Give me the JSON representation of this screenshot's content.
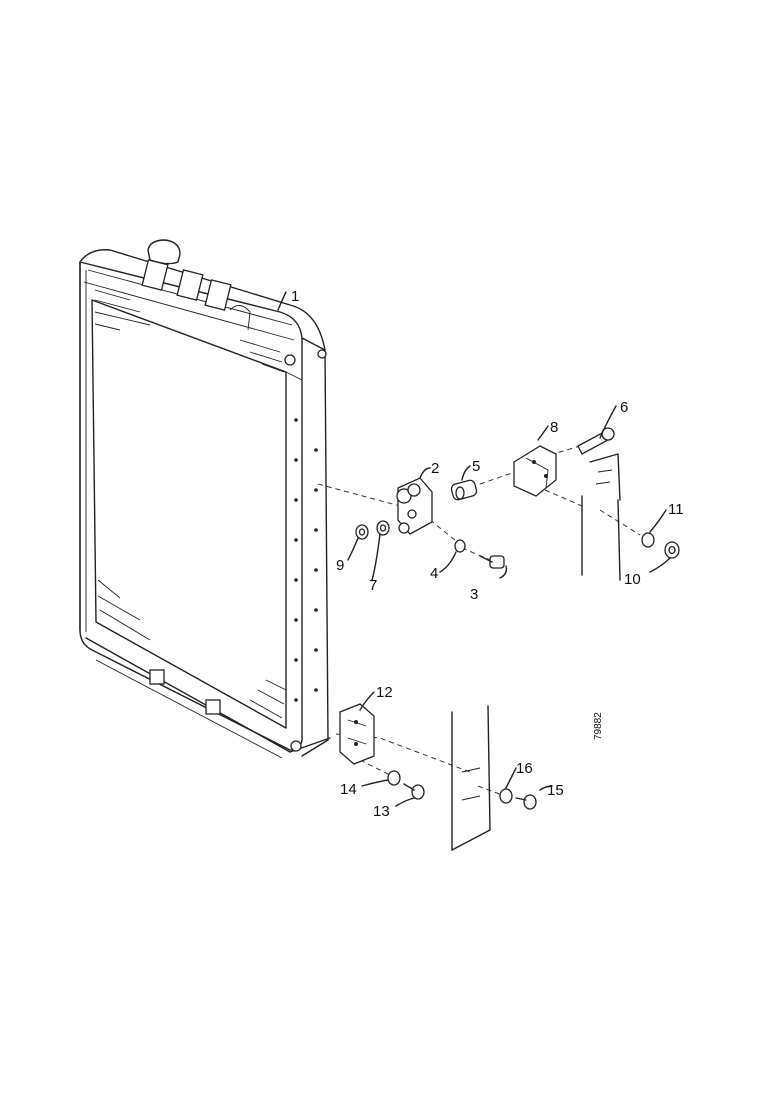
{
  "drawing_number": "79882",
  "callouts": [
    {
      "id": "c1",
      "label": "1"
    },
    {
      "id": "c2",
      "label": "2"
    },
    {
      "id": "c3",
      "label": "3"
    },
    {
      "id": "c4",
      "label": "4"
    },
    {
      "id": "c5",
      "label": "5"
    },
    {
      "id": "c6",
      "label": "6"
    },
    {
      "id": "c7",
      "label": "7"
    },
    {
      "id": "c8",
      "label": "8"
    },
    {
      "id": "c9",
      "label": "9"
    },
    {
      "id": "c10",
      "label": "10"
    },
    {
      "id": "c11",
      "label": "11"
    },
    {
      "id": "c12",
      "label": "12"
    },
    {
      "id": "c13",
      "label": "13"
    },
    {
      "id": "c14",
      "label": "14"
    },
    {
      "id": "c15",
      "label": "15"
    },
    {
      "id": "c16",
      "label": "16"
    }
  ]
}
